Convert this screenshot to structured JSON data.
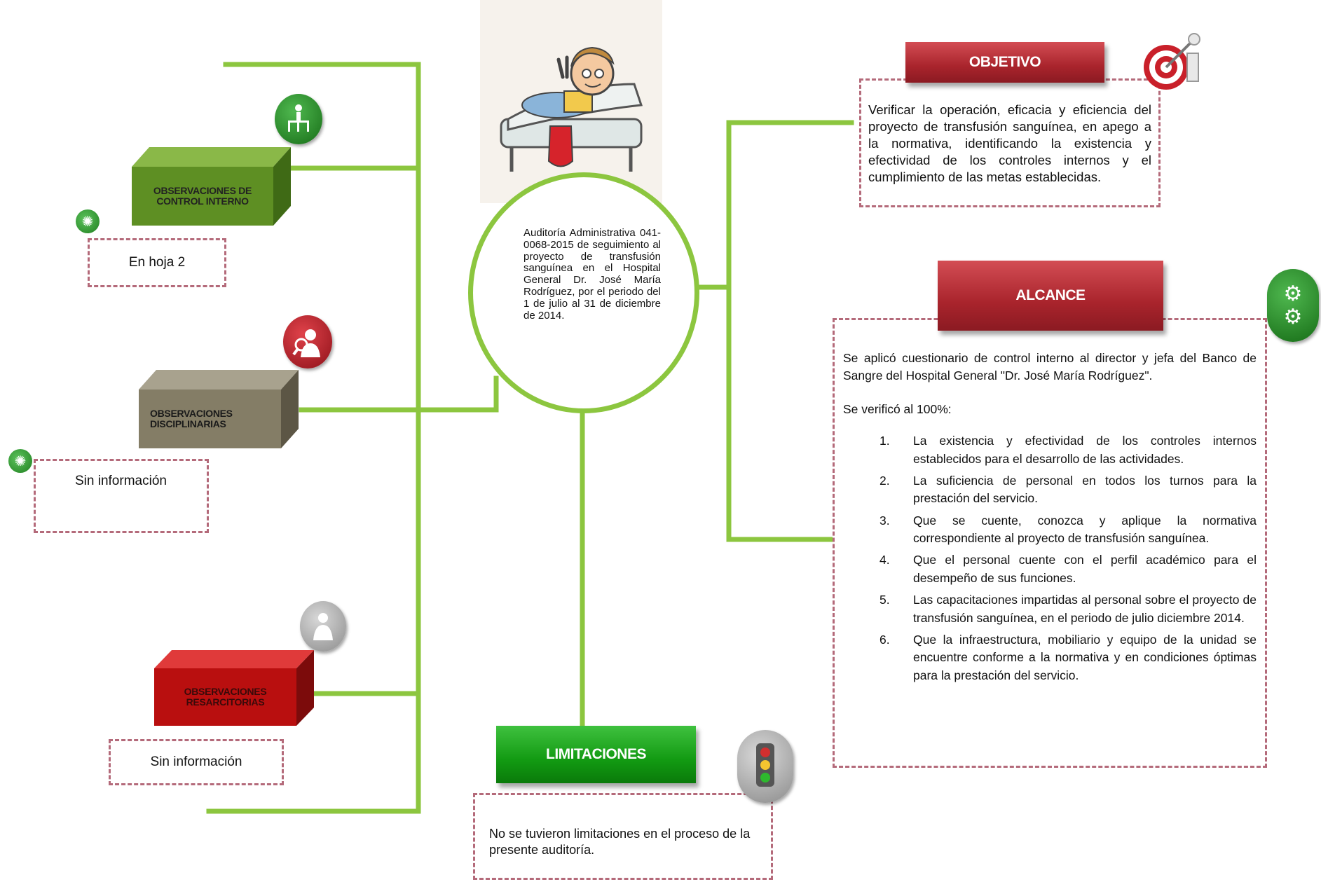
{
  "center": {
    "text": "Auditoría Administrativa 041-0068-2015 de seguimiento al proyecto de transfusión sanguínea en el Hospital General Dr. José María Rodríguez, por el periodo del 1 de julio al 31 de diciembre de 2014."
  },
  "left": {
    "control_interno": {
      "label": "OBSERVACIONES DE CONTROL INTERNO",
      "note": "En hoja 2",
      "icon": "organization-chart-icon"
    },
    "disciplinarias": {
      "label": "OBSERVACIONES DISCIPLINARIAS",
      "note": "Sin información",
      "icon": "investigator-icon"
    },
    "resarcitorias": {
      "label": "OBSERVACIONES RESARCITORIAS",
      "note": "Sin información",
      "icon": "people-icon"
    }
  },
  "objetivo": {
    "title": "OBJETIVO",
    "text": "Verificar la operación, eficacia y eficiencia del proyecto de transfusión sanguínea, en apego a la normativa, identificando la existencia y efectividad de los controles internos y el cumplimiento de las metas establecidas.",
    "icon": "target-icon"
  },
  "alcance": {
    "title": "ALCANCE",
    "intro": "Se aplicó cuestionario de control interno al director y jefa del Banco de Sangre del Hospital General \"Dr. José María Rodríguez\".",
    "verified": "Se verificó al 100%:",
    "items": [
      {
        "num": "1.",
        "text": "La existencia y efectividad de los controles internos establecidos para el desarrollo de las actividades."
      },
      {
        "num": "2.",
        "text": "La suficiencia de personal en todos los turnos para la prestación del servicio."
      },
      {
        "num": "3.",
        "text": "Que se cuente, conozca y aplique la normativa correspondiente al proyecto de transfusión sanguínea."
      },
      {
        "num": "4.",
        "text": "Que el personal cuente con el perfil académico para el desempeño de sus funciones."
      },
      {
        "num": "5.",
        "text": "Las capacitaciones impartidas al personal sobre el proyecto de transfusión sanguínea, en el periodo de julio diciembre 2014."
      },
      {
        "num": "6.",
        "text": "Que la infraestructura, mobiliario y equipo de la unidad se encuentre conforme a la normativa y en condiciones óptimas para la prestación del servicio."
      }
    ],
    "icon": "gears-icon"
  },
  "limitaciones": {
    "title": "LIMITACIONES",
    "text": "No se tuvieron limitaciones en el proceso de la presente auditoría.",
    "icon": "traffic-light-icon"
  },
  "colors": {
    "connector": "#8cc63f",
    "red": "#a9242c",
    "green": "#129a12",
    "olive": "#6b9a2a",
    "taupe": "#7f7862",
    "note_border": "#b46a7a"
  }
}
